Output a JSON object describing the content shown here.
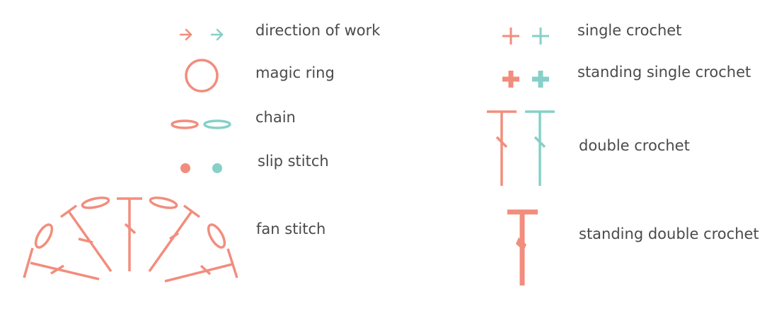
{
  "colors": {
    "coral": "#f28d7d",
    "teal": "#86d0c8",
    "text": "#4a4a4a"
  },
  "legend": {
    "direction_of_work": "direction of work",
    "magic_ring": "magic ring",
    "chain": "chain",
    "slip_stitch": "slip stitch",
    "fan_stitch": "fan stitch",
    "single_crochet": "single crochet",
    "standing_single_crochet": "standing single crochet",
    "double_crochet": "double crochet",
    "standing_double_crochet": "standing double crochet"
  }
}
